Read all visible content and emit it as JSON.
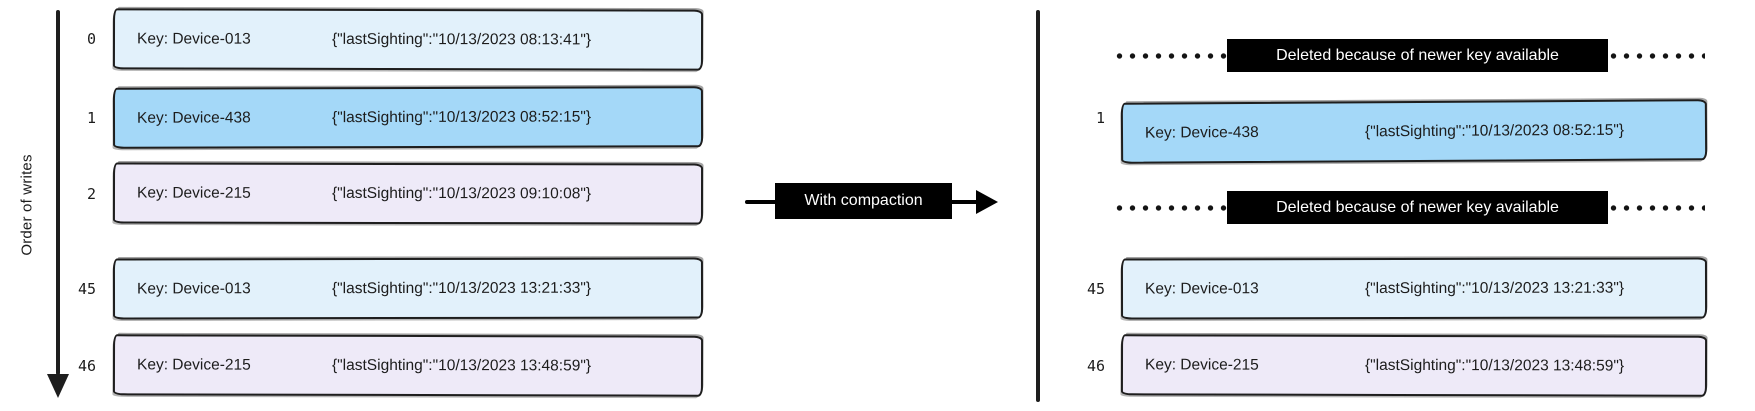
{
  "diagram": {
    "left": {
      "axis_label": "Order of writes",
      "rows": [
        {
          "order": "0",
          "key": "Key: Device-013",
          "value": "{\"lastSighting\":\"10/13/2023 08:13:41\"}",
          "fill": "#e2f1fb"
        },
        {
          "order": "1",
          "key": "Key: Device-438",
          "value": "{\"lastSighting\":\"10/13/2023 08:52:15\"}",
          "fill": "#a4d8f8"
        },
        {
          "order": "2",
          "key": "Key: Device-215",
          "value": "{\"lastSighting\":\"10/13/2023 09:10:08\"}",
          "fill": "#eeeaf8"
        },
        {
          "order": "45",
          "key": "Key: Device-013",
          "value": "{\"lastSighting\":\"10/13/2023 13:21:33\"}",
          "fill": "#e2f1fb"
        },
        {
          "order": "46",
          "key": "Key: Device-215",
          "value": "{\"lastSighting\":\"10/13/2023 13:48:59\"}",
          "fill": "#eeeaf8"
        }
      ]
    },
    "transform_arrow": {
      "label": "With compaction",
      "bg": "#000000",
      "text_color": "#ffffff"
    },
    "right": {
      "deleted_notes": [
        {
          "label": "Deleted because of newer key available"
        },
        {
          "label": "Deleted because of newer key available"
        }
      ],
      "rows": [
        {
          "order": "1",
          "key": "Key: Device-438",
          "value": "{\"lastSighting\":\"10/13/2023 08:52:15\"}",
          "fill": "#a4d8f8"
        },
        {
          "order": "45",
          "key": "Key: Device-013",
          "value": "{\"lastSighting\":\"10/13/2023 13:21:33\"}",
          "fill": "#e2f1fb"
        },
        {
          "order": "46",
          "key": "Key: Device-215",
          "value": "{\"lastSighting\":\"10/13/2023 13:48:59\"}",
          "fill": "#eeeaf8"
        }
      ]
    },
    "colors": {
      "stroke": "#1e1e1e",
      "note_bg": "#000000",
      "note_text": "#ffffff",
      "record_blue": "#a4d8f8",
      "record_light_blue": "#e2f1fb",
      "record_lavender": "#eeeaf8"
    }
  }
}
